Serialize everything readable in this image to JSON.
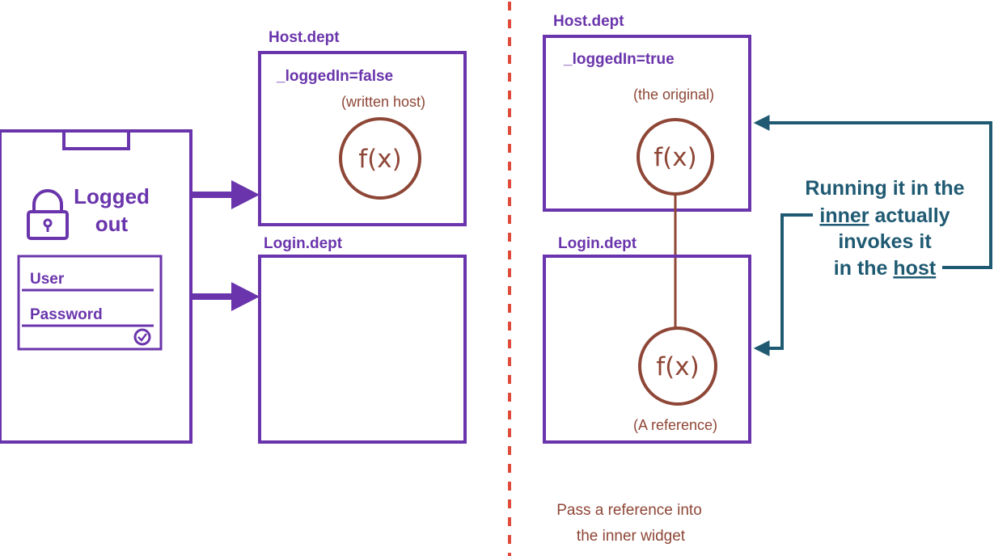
{
  "colors": {
    "purple": "#6a35ac",
    "brown": "#8e4636",
    "teal": "#1f5a72",
    "divider": "#e04a3a"
  },
  "phone": {
    "status_title": "Logged",
    "status_subtitle": "out",
    "user_label": "User",
    "password_label": "Password"
  },
  "left": {
    "host_title": "Host.dept",
    "host_state": "_loggedIn=false",
    "host_note": "(written host)",
    "host_fn": "f(x)",
    "login_title": "Login.dept"
  },
  "right": {
    "host_title": "Host.dept",
    "host_state": "_loggedIn=true",
    "host_note": "(the original)",
    "host_fn": "f(x)",
    "login_title": "Login.dept",
    "login_fn": "f(x)",
    "login_note": "(A reference)"
  },
  "explanation": {
    "line1": "Running it in the",
    "line2_word": "inner",
    "line2_rest": " actually",
    "line3": "invokes it",
    "line4_start": "in the ",
    "line4_word": "host"
  },
  "caption": {
    "line1": "Pass a reference into",
    "line2": "the inner widget"
  }
}
